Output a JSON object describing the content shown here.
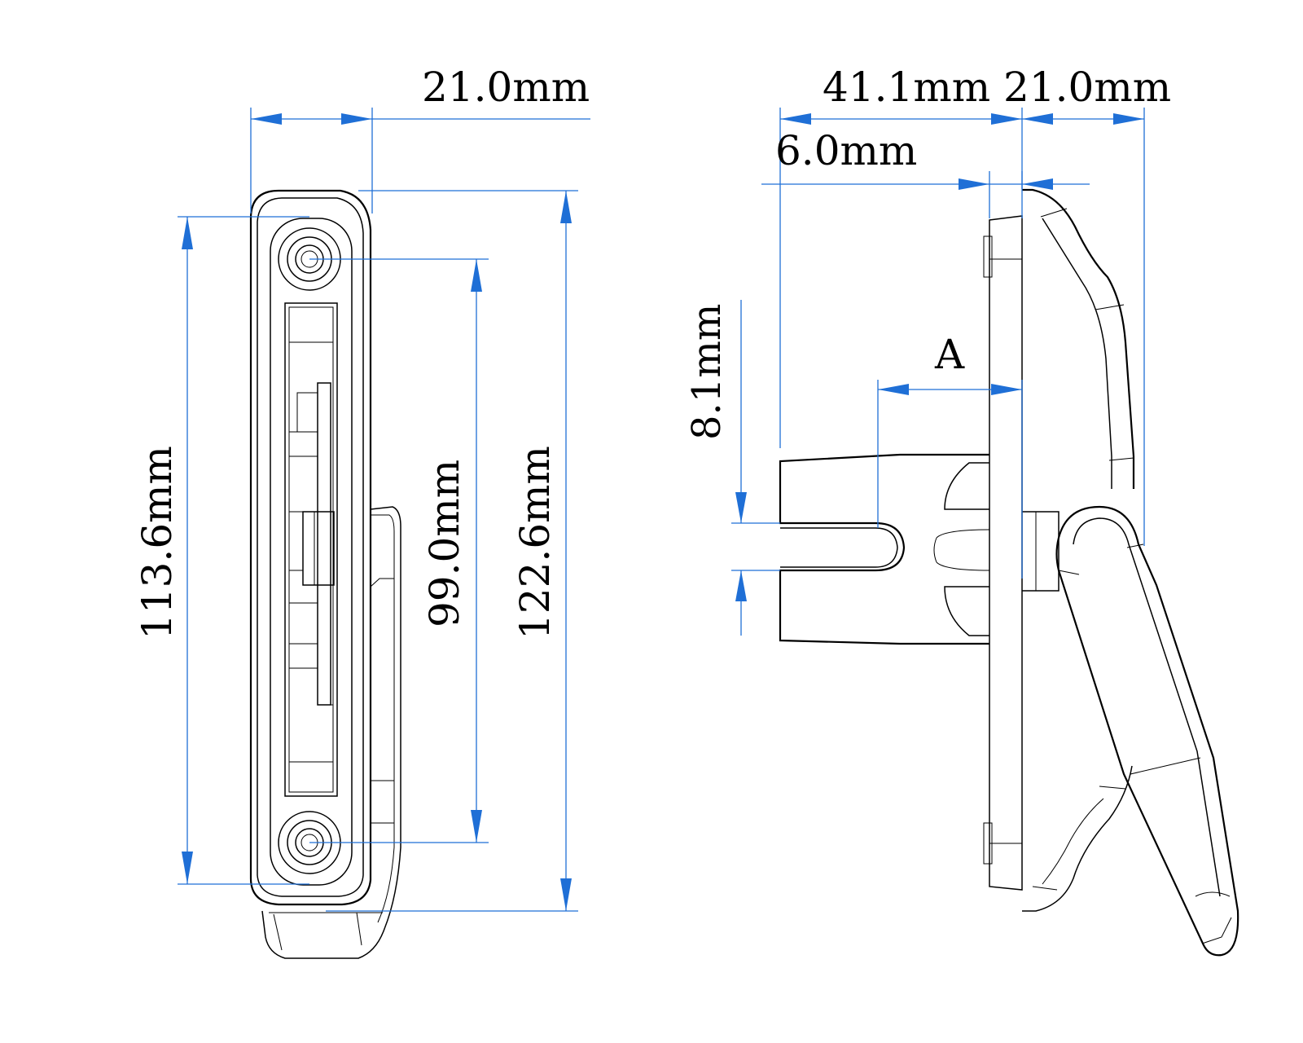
{
  "dimensions": {
    "front_width": "21.0mm",
    "side_depth": "41.1mm",
    "side_width": "21.0mm",
    "plate_offset": "6.0mm",
    "slot_width": "8.1mm",
    "hole_spacing": "99.0mm",
    "outer_length": "113.6mm",
    "overall_length": "122.6mm",
    "section_label": "A"
  },
  "colors": {
    "dimension_line": "#1f6fd6",
    "outline": "#000000",
    "background": "#ffffff"
  }
}
